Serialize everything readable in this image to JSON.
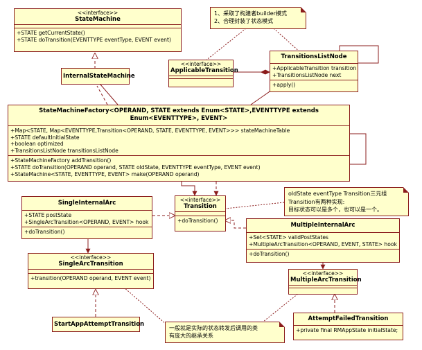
{
  "stereotype": "<<interface>>",
  "classes": {
    "state_machine": {
      "name": "StateMachine",
      "ops": [
        "+STATE getCurrentState()",
        "+STATE doTransition(EVENTTYPE eventType, EVENT event)"
      ]
    },
    "internal_state_machine": {
      "name": "InternalStateMachine"
    },
    "applicable_transition": {
      "name": "ApplicableTransition"
    },
    "transitions_list_node": {
      "name": "TransitionsListNode",
      "attrs": [
        "+ApplicableTransition transition",
        "+TransitionsListNode next"
      ],
      "ops": [
        "+apply()"
      ]
    },
    "factory": {
      "name": "StateMachineFactory<OPERAND, STATE extends Enum<STATE>,EVENTTYPE extends Enum<EVENTTYPE>, EVENT>",
      "attrs": [
        "+Map<STATE, Map<EVENTTYPE,Transition<OPERAND, STATE, EVENTTYPE, EVENT>>> stateMachineTable",
        "+STATE defaultInitialState",
        "+boolean optimized",
        "+TransitionsListNode transitionsListNode"
      ],
      "ops": [
        "+StateMachineFactory addTransition()",
        "+STATE doTransition(OPERAND operand, STATE oldState, EVENTTYPE eventType, EVENT event)",
        "+StateMachine<STATE, EVENTTYPE, EVENT> make(OPERAND operand)"
      ]
    },
    "single_internal_arc": {
      "name": "SingleInternalArc",
      "attrs": [
        "+STATE postState",
        "+SingleArcTransition<OPERAND, EVENT> hook"
      ],
      "ops": [
        "+doTransition()"
      ]
    },
    "transition": {
      "name": "Transition",
      "ops": [
        "+doTransition()"
      ]
    },
    "multiple_internal_arc": {
      "name": "MultipleInternalArc",
      "attrs": [
        "+Set<STATE> validPostStates",
        "+MultipleArcTransition<OPERAND, EVENT, STATE> hook"
      ],
      "ops": [
        "+doTransition()"
      ]
    },
    "single_arc_transition": {
      "name": "SingleArcTransition",
      "ops": [
        "+transition(OPERAND operand, EVENT event)"
      ]
    },
    "multiple_arc_transition": {
      "name": "MultipleArcTransition"
    },
    "start_app_attempt_transition": {
      "name": "StartAppAttemptTransition"
    },
    "attempt_failed_transition": {
      "name": "AttemptFailedTransition",
      "attrs": [
        "+private final RMAppState initialState;"
      ]
    }
  },
  "notes": {
    "builder": [
      "1、采取了构建者builder模式",
      "2、合理封装了状态模式"
    ],
    "transition_impl": [
      "oldState eventType Transition三元组",
      "Transition有两种实现:",
      "目标状态可以是多个，也可以是一个。"
    ],
    "inheritance": [
      "一般就是实际的状态转发后调用的类",
      "有庞大的继承关系"
    ]
  }
}
